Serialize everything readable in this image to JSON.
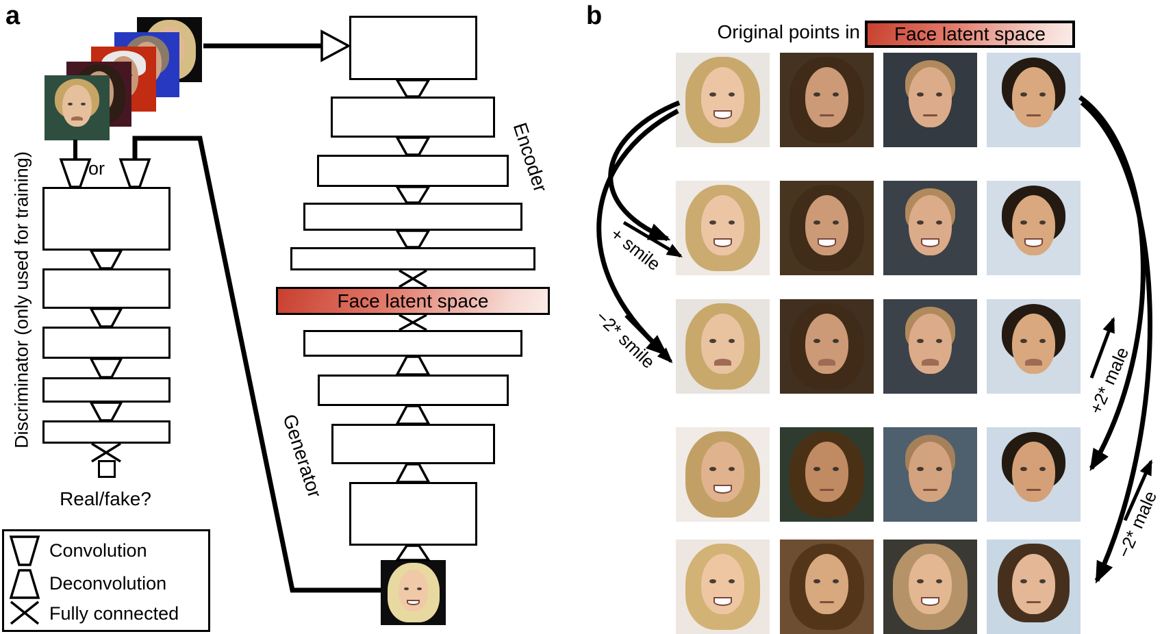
{
  "panel_a": {
    "label": "a",
    "or_label": "or",
    "discriminator_label": "Discriminator (only used for training)",
    "real_fake_label": "Real/fake?",
    "encoder_label": "Encoder",
    "generator_label": "Generator",
    "latent_label": "Face latent space",
    "legend": {
      "items": [
        {
          "icon": "convolution-icon",
          "label": "Convolution"
        },
        {
          "icon": "deconvolution-icon",
          "label": "Deconvolution"
        },
        {
          "icon": "fully-connected-icon",
          "label": "Fully connected"
        }
      ]
    },
    "input_faces": [
      {
        "desc": "blonde woman on black background",
        "bg": "#0b0b0b",
        "hair": "#d6bd85",
        "skin": "#e3b895",
        "style": "long",
        "mouth": "flat"
      },
      {
        "desc": "man on blue background",
        "bg": "#2639c0",
        "hair": "#8a7a6a",
        "skin": "#cfa486",
        "style": "short",
        "mouth": "flat"
      },
      {
        "desc": "man with white cap on red background",
        "bg": "#c22c12",
        "hair": "#e9e9e9",
        "skin": "#c99877",
        "style": "cap",
        "mouth": "flat"
      },
      {
        "desc": "woman on dark red background",
        "bg": "#461722",
        "hair": "#2e1d14",
        "skin": "#c89a7e",
        "style": "long",
        "mouth": "flat"
      },
      {
        "desc": "short-haired blonde woman on dark teal background",
        "bg": "#2e4f40",
        "hair": "#c7a565",
        "skin": "#e6c09c",
        "style": "short",
        "mouth": "frown"
      }
    ],
    "output_face": {
      "desc": "generated blonde woman on black background",
      "bg": "#0d0d0d",
      "hair": "#e8d9a0",
      "skin": "#efc9a8",
      "style": "long",
      "mouth": "smile"
    }
  },
  "panel_b": {
    "label": "b",
    "header_text": "Original points in",
    "header_badge": "Face latent space",
    "transforms": {
      "smile_plus": "+ smile",
      "smile_minus": "−2* smile",
      "male_plus": "+2* male",
      "male_minus": "−2* male"
    },
    "row_semantics": [
      "Original",
      "+ smile",
      "−2* smile",
      "+2* male",
      "−2* male"
    ],
    "grid": [
      [
        {
          "desc": "smiling blonde woman",
          "bg": "#e9e5e0",
          "hair": "#c9a86c",
          "skin": "#ecc5a4",
          "style": "long",
          "mouth": "smile"
        },
        {
          "desc": "brunette woman, neutral",
          "bg": "#443321",
          "hair": "#3f2b18",
          "skin": "#cc9a77",
          "style": "long",
          "mouth": "flat"
        },
        {
          "desc": "fair-haired man, slight smile",
          "bg": "#333a41",
          "hair": "#b08a5c",
          "skin": "#dcab89",
          "style": "receding",
          "mouth": "flat"
        },
        {
          "desc": "dark-haired young man",
          "bg": "#cfdbe7",
          "hair": "#241a12",
          "skin": "#d9a87e",
          "style": "short",
          "mouth": "flat"
        }
      ],
      [
        {
          "desc": "blonde woman, broad smile",
          "bg": "#eee9e4",
          "hair": "#cbab70",
          "skin": "#ecc5a4",
          "style": "long",
          "mouth": "smile"
        },
        {
          "desc": "brunette woman, slight smile",
          "bg": "#47351f",
          "hair": "#402c18",
          "skin": "#cc9a77",
          "style": "long",
          "mouth": "smile"
        },
        {
          "desc": "fair-haired man, smiling",
          "bg": "#3a4148",
          "hair": "#b08a5c",
          "skin": "#dcab89",
          "style": "receding",
          "mouth": "smile"
        },
        {
          "desc": "dark-haired man, smiling",
          "bg": "#d2dde8",
          "hair": "#241a12",
          "skin": "#d9a87e",
          "style": "short",
          "mouth": "smile"
        }
      ],
      [
        {
          "desc": "blonde woman, frowning",
          "bg": "#e7e3de",
          "hair": "#c9a86c",
          "skin": "#e9c2a0",
          "style": "long",
          "mouth": "frown"
        },
        {
          "desc": "brunette woman, pouting",
          "bg": "#413020",
          "hair": "#3f2b18",
          "skin": "#cc9a77",
          "style": "long",
          "mouth": "frown"
        },
        {
          "desc": "fair-haired man, serious",
          "bg": "#3b424a",
          "hair": "#b08a5c",
          "skin": "#dcab89",
          "style": "receding",
          "mouth": "frown"
        },
        {
          "desc": "dark-haired man, serious",
          "bg": "#d0dbe6",
          "hair": "#241a12",
          "skin": "#d9a87e",
          "style": "short",
          "mouth": "frown"
        }
      ],
      [
        {
          "desc": "long-haired blond man, smiling",
          "bg": "#f0ebe6",
          "hair": "#c2a065",
          "skin": "#e0b28d",
          "style": "long",
          "mouth": "smile"
        },
        {
          "desc": "long-haired man with goatee",
          "bg": "#2f3b2f",
          "hair": "#4a3015",
          "skin": "#c08a62",
          "style": "long",
          "mouth": "flat"
        },
        {
          "desc": "short-haired man",
          "bg": "#4e5f6d",
          "hair": "#a5805a",
          "skin": "#d3a27e",
          "style": "receding",
          "mouth": "flat"
        },
        {
          "desc": "dark-haired man with moustache",
          "bg": "#cdd9e6",
          "hair": "#231a12",
          "skin": "#d5a077",
          "style": "short",
          "mouth": "flat"
        }
      ],
      [
        {
          "desc": "blonde woman, broad smile",
          "bg": "#eee7e1",
          "hair": "#d3b276",
          "skin": "#eec6a2",
          "style": "long",
          "mouth": "smile"
        },
        {
          "desc": "brunette woman, dark make-up",
          "bg": "#6d4e32",
          "hair": "#53351a",
          "skin": "#d8a87e",
          "style": "long",
          "mouth": "flat"
        },
        {
          "desc": "fair-haired woman, slight smile",
          "bg": "#3b3934",
          "hair": "#b59268",
          "skin": "#e2b791",
          "style": "long",
          "mouth": "smile"
        },
        {
          "desc": "woman with brown bob",
          "bg": "#c8d7e4",
          "hair": "#46301d",
          "skin": "#e4b896",
          "style": "bob",
          "mouth": "flat"
        }
      ]
    ]
  },
  "colors": {
    "latent_red_dark": "#c8402f",
    "latent_red_light": "#fbece8",
    "line": "#000000"
  }
}
